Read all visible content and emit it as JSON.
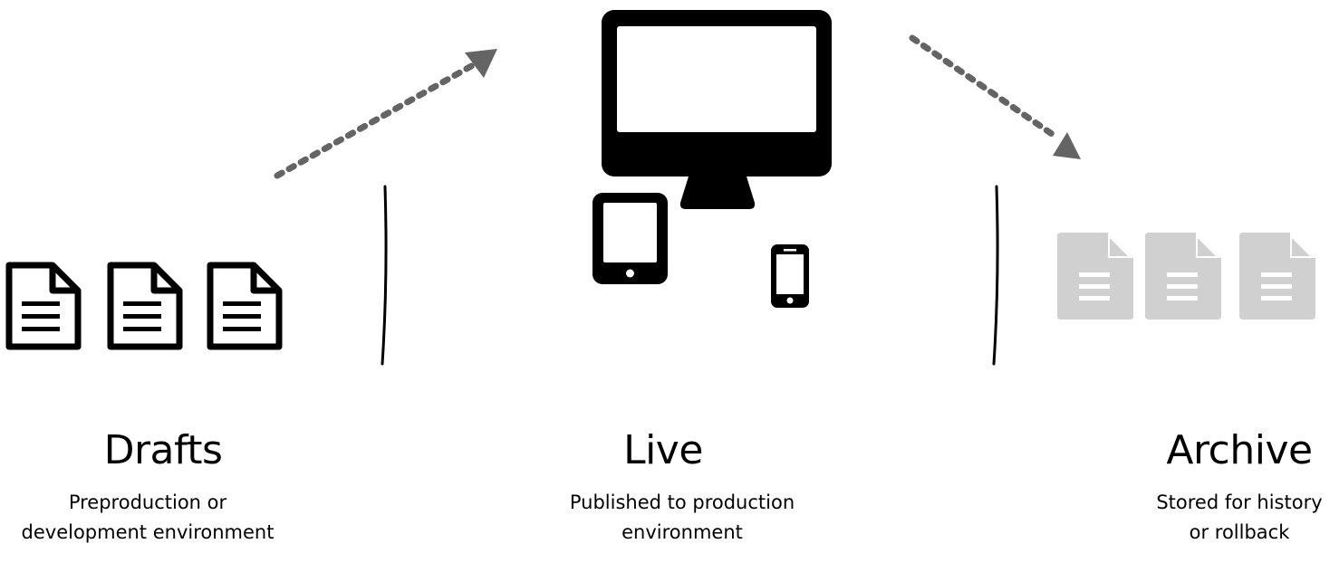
{
  "colors": {
    "ink": "#000000",
    "arrow": "#646464",
    "archive_doc": "#d0d0d0"
  },
  "stages": [
    {
      "id": "drafts",
      "title": "Drafts",
      "description": [
        "Preproduction or",
        "development environment"
      ],
      "icon": "document-outline-icon"
    },
    {
      "id": "live",
      "title": "Live",
      "description": [
        "Published to production",
        "environment"
      ],
      "icons": [
        "desktop-monitor-icon",
        "tablet-icon",
        "smartphone-icon"
      ]
    },
    {
      "id": "archive",
      "title": "Archive",
      "description": [
        "Stored for history",
        "or rollback"
      ],
      "icon": "document-filled-icon"
    }
  ],
  "arrows": [
    {
      "from": "drafts",
      "to": "live",
      "style": "dotted"
    },
    {
      "from": "live",
      "to": "archive",
      "style": "dotted"
    }
  ]
}
